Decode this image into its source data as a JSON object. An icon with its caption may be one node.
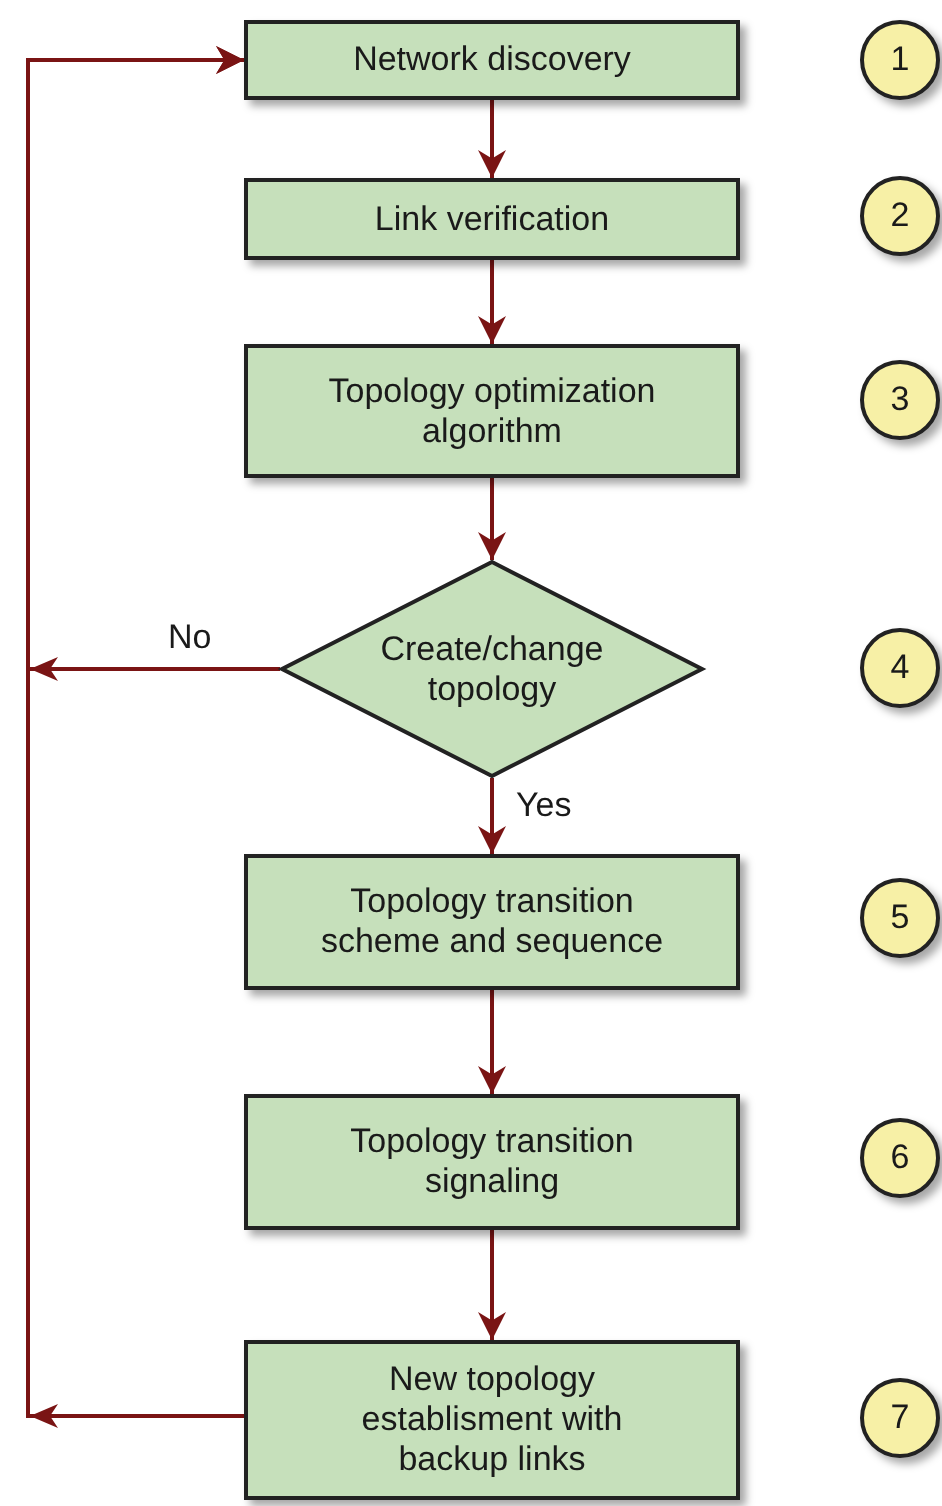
{
  "diagram": {
    "nodes": [
      {
        "text": [
          "Network discovery"
        ]
      },
      {
        "text": [
          "Link verification"
        ]
      },
      {
        "text": [
          "Topology optimization algorithm"
        ]
      },
      {
        "text": [
          "Create/change topology"
        ]
      },
      {
        "text": [
          "Topology transition scheme and sequence"
        ]
      },
      {
        "text": [
          "Topology transition signaling"
        ]
      },
      {
        "text": [
          "New topology establisment with backup links"
        ]
      },
      {
        "text": [
          "1"
        ]
      },
      {
        "text": [
          "2"
        ]
      },
      {
        "text": [
          "3"
        ]
      },
      {
        "text": [
          "4"
        ]
      },
      {
        "text": [
          "5"
        ]
      },
      {
        "text": [
          "6"
        ]
      },
      {
        "text": [
          "7"
        ]
      }
    ],
    "edges": [
      {
        "from": 0,
        "to": 1,
        "arrow": "to"
      },
      {
        "from": 1,
        "to": 2,
        "arrow": "to"
      },
      {
        "from": 2,
        "to": 3,
        "arrow": "to"
      },
      {
        "from": 3,
        "to": 4,
        "arrow": "to",
        "label": "Yes"
      },
      {
        "from": 4,
        "to": 5,
        "arrow": "to"
      },
      {
        "from": 5,
        "to": 6,
        "arrow": "to"
      },
      {
        "from": 3,
        "to": 0,
        "arrow": "to",
        "label": "No"
      },
      {
        "from": 6,
        "to": 0,
        "arrow": "to"
      }
    ]
  }
}
